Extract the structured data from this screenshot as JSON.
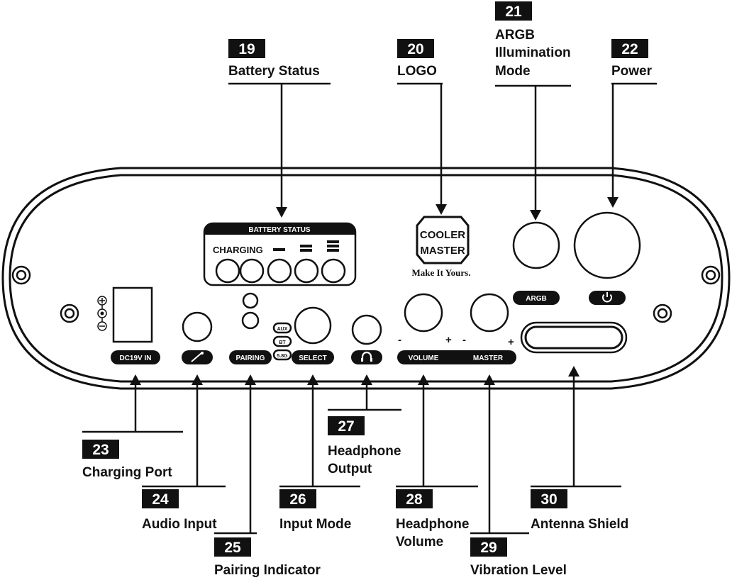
{
  "callouts": [
    {
      "number": "19",
      "label": [
        "Battery Status"
      ]
    },
    {
      "number": "20",
      "label": [
        "LOGO"
      ]
    },
    {
      "number": "21",
      "label": [
        "ARGB",
        "Illumination",
        "Mode"
      ]
    },
    {
      "number": "22",
      "label": [
        "Power"
      ]
    },
    {
      "number": "23",
      "label": [
        "Charging Port"
      ]
    },
    {
      "number": "24",
      "label": [
        "Audio Input"
      ]
    },
    {
      "number": "25",
      "label": [
        "Pairing Indicator"
      ]
    },
    {
      "number": "26",
      "label": [
        "Input Mode"
      ]
    },
    {
      "number": "27",
      "label": [
        "Headphone",
        "Output"
      ]
    },
    {
      "number": "28",
      "label": [
        "Headphone",
        "Volume"
      ]
    },
    {
      "number": "29",
      "label": [
        "Vibration Level"
      ]
    },
    {
      "number": "30",
      "label": [
        "Antenna Shield"
      ]
    }
  ],
  "panel": {
    "battery_status": "BATTERY STATUS",
    "charging": "CHARGING",
    "dc_in": "DC19V IN",
    "pairing": "PAIRING",
    "select": "SELECT",
    "volume": "VOLUME",
    "master": "MASTER",
    "argb": "ARGB",
    "modes": [
      "AUX",
      "BT",
      "5.8G"
    ],
    "minus": "-",
    "plus": "+"
  },
  "logo": {
    "line1": "COOLER",
    "line2": "MASTER",
    "tagline": "Make It Yours."
  },
  "icons": {
    "audio": "audio-jack-icon",
    "headphone": "headphone-icon",
    "power": "power-icon",
    "polarity": "dc-polarity-icon"
  },
  "colors": {
    "ink": "#111111",
    "background": "#ffffff",
    "label_fill": "#111111",
    "label_text": "#ffffff"
  }
}
